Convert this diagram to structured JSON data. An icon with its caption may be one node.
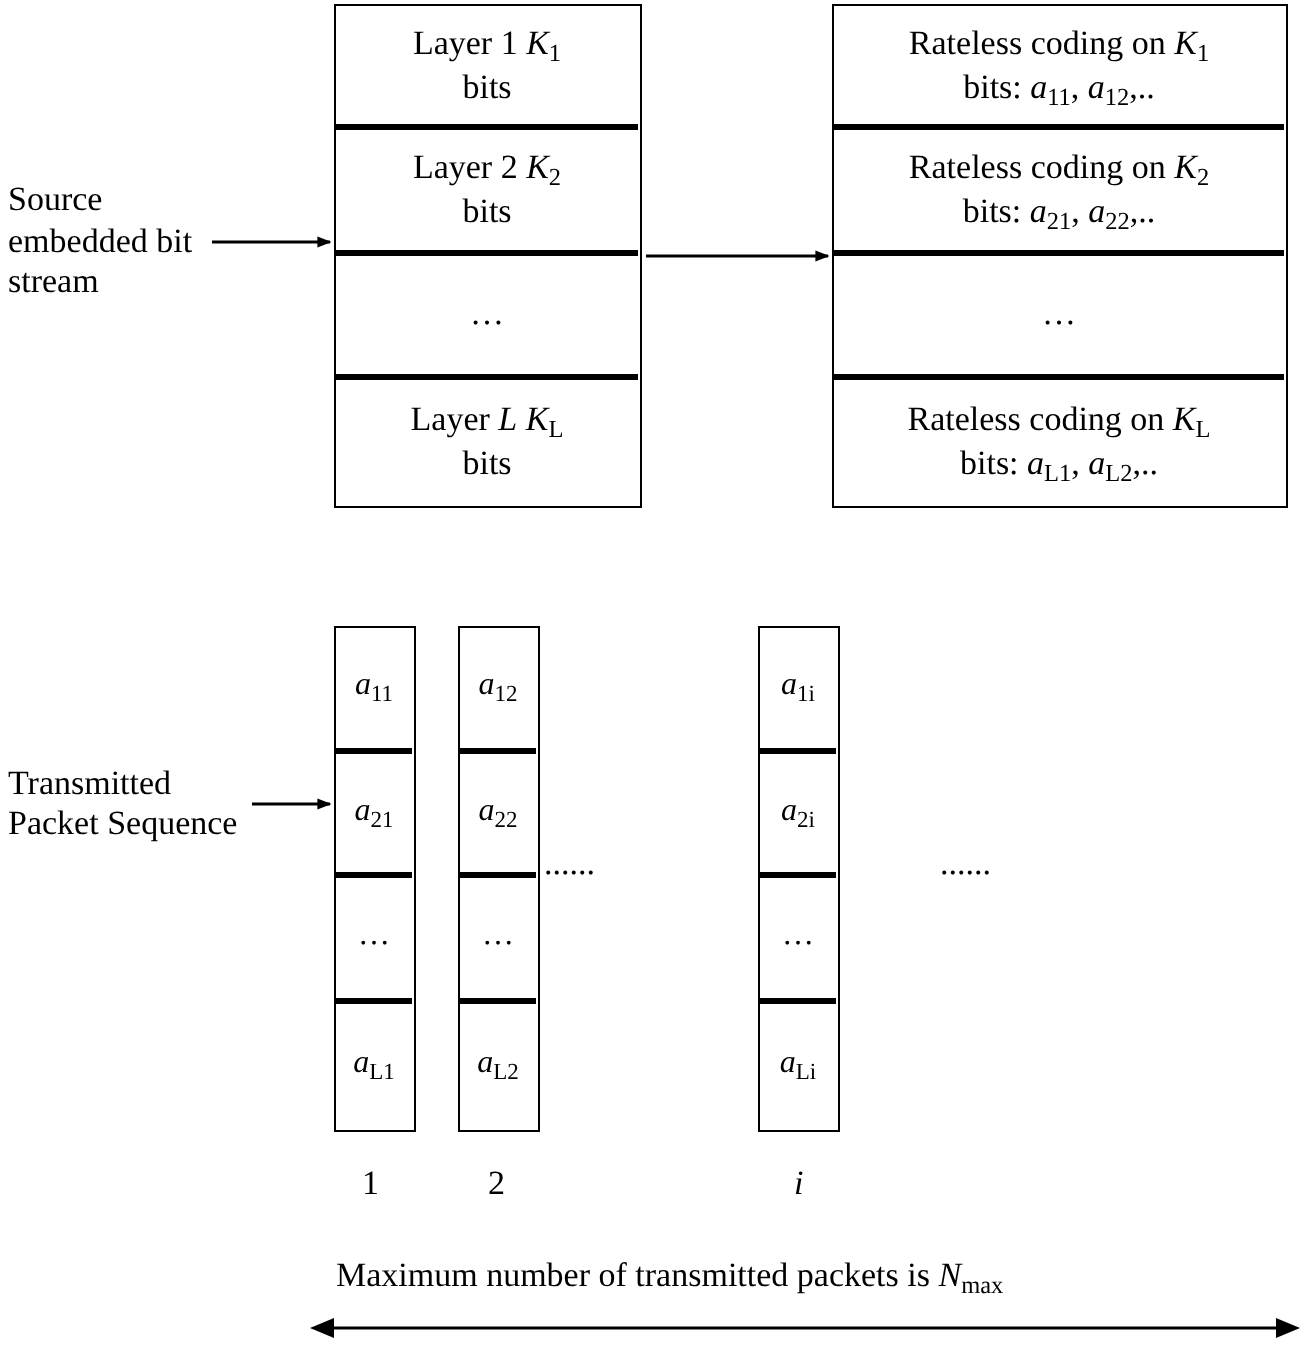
{
  "diagram": {
    "nodes": [
      {
        "text": [
          "Source embedded bit stream"
        ]
      },
      {
        "text": [],
        "shape": "box"
      },
      {
        "text": [
          "Layer 1 *K*$_{1}$ bits"
        ],
        "in": 1
      },
      {
        "text": [
          "Layer 2 *K*$_{2}$ bits"
        ],
        "in": 1
      },
      {
        "text": [
          "…"
        ],
        "in": 1
      },
      {
        "text": [
          "Layer *L* *K*$_{L}$ bits"
        ],
        "in": 1
      },
      {
        "text": [],
        "shape": "box"
      },
      {
        "text": [
          "Rateless coding on *K*$_{1}$ bits: *a*$_{11}$, *a*$_{12}$,.."
        ],
        "in": 6
      },
      {
        "text": [
          "Rateless coding on *K*$_{2}$ bits: *a*$_{21}$, *a*$_{22}$,.."
        ],
        "in": 6
      },
      {
        "text": [
          "…"
        ],
        "in": 6
      },
      {
        "text": [
          "Rateless coding on *K*$_{L}$ bits: *a*$_{L1}$, *a*$_{L2}$,.."
        ],
        "in": 6
      },
      {
        "text": [
          "Transmitted Packet Sequence"
        ]
      },
      {
        "text": [],
        "shape": "box"
      },
      {
        "text": [
          "*a*$_{11}$"
        ],
        "in": 12
      },
      {
        "text": [
          "*a*$_{21}$"
        ],
        "in": 12
      },
      {
        "text": [
          "…"
        ],
        "in": 12
      },
      {
        "text": [
          "*a*$_{L1}$"
        ],
        "in": 12
      },
      {
        "text": [],
        "shape": "box"
      },
      {
        "text": [
          "*a*$_{12}$"
        ],
        "in": 17
      },
      {
        "text": [
          "*a*$_{22}$"
        ],
        "in": 17
      },
      {
        "text": [
          "…"
        ],
        "in": 17
      },
      {
        "text": [
          "*a*$_{L2}$"
        ],
        "in": 17
      },
      {
        "text": [],
        "shape": "box"
      },
      {
        "text": [
          "*a*$_{1i}$"
        ],
        "in": 22
      },
      {
        "text": [
          "*a*$_{2i}$"
        ],
        "in": 22
      },
      {
        "text": [
          "…"
        ],
        "in": 22
      },
      {
        "text": [
          "*a*$_{Li}$"
        ],
        "in": 22
      }
    ],
    "edges": [
      {
        "from": 0,
        "to": 1,
        "arrow": "to"
      },
      {
        "from": 1,
        "to": 6,
        "arrow": "to"
      },
      {
        "from": 11,
        "to": 12,
        "arrow": "to"
      }
    ],
    "labels": [
      "......",
      "......",
      "1",
      "2",
      "*i*",
      "Maximum number of transmitted packets is *N*$_{max}$"
    ]
  }
}
